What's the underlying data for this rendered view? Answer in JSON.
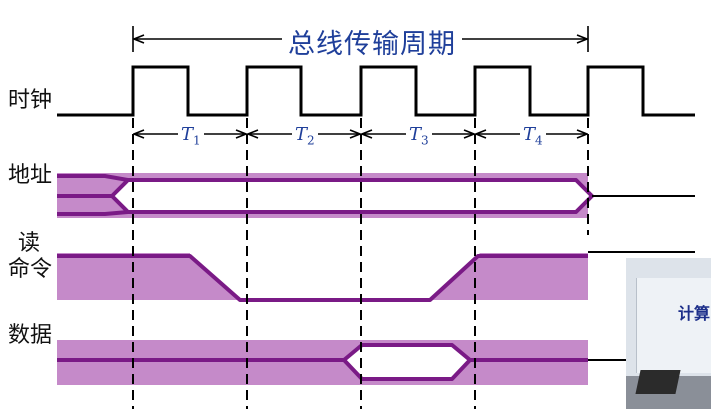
{
  "title": "总线传输周期",
  "signals": {
    "clock": "时钟",
    "address": "地址",
    "read_line1": "读",
    "read_line2": "命令",
    "data": "数据"
  },
  "periods": [
    {
      "main": "T",
      "sub": "1"
    },
    {
      "main": "T",
      "sub": "2"
    },
    {
      "main": "T",
      "sub": "3"
    },
    {
      "main": "T",
      "sub": "4"
    }
  ],
  "photo": {
    "brand": "计算"
  },
  "colors": {
    "bus_line": "#7a1a86",
    "bus_fill": "#c58ac9",
    "title": "#1f3f9a",
    "ink": "#000000"
  }
}
